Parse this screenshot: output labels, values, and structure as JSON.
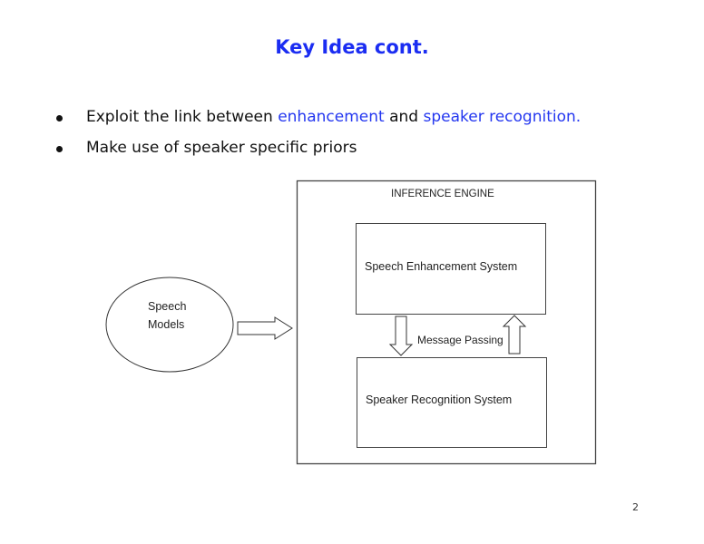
{
  "slide": {
    "title": "Key Idea cont.",
    "bullets": [
      {
        "parts": [
          {
            "text": "Exploit the link between ",
            "highlight": false
          },
          {
            "text": "enhancement",
            "highlight": true
          },
          {
            "text": " and ",
            "highlight": false
          },
          {
            "text": "speaker recognition",
            "highlight": true
          },
          {
            "text": ".",
            "highlight": false
          }
        ]
      },
      {
        "parts": [
          {
            "text": "Make use of speaker specific priors",
            "highlight": false
          }
        ]
      }
    ],
    "page_number": "2"
  },
  "diagram": {
    "ellipse_label_line1": "Speech",
    "ellipse_label_line2": "Models",
    "outer_box_label": "INFERENCE ENGINE",
    "top_box_label": "Speech Enhancement System",
    "bottom_box_label": "Speaker Recognition System",
    "message_label": "Message Passing"
  },
  "colors": {
    "title": "#1b2df2",
    "highlight": "#2437f0",
    "text": "#111111"
  }
}
